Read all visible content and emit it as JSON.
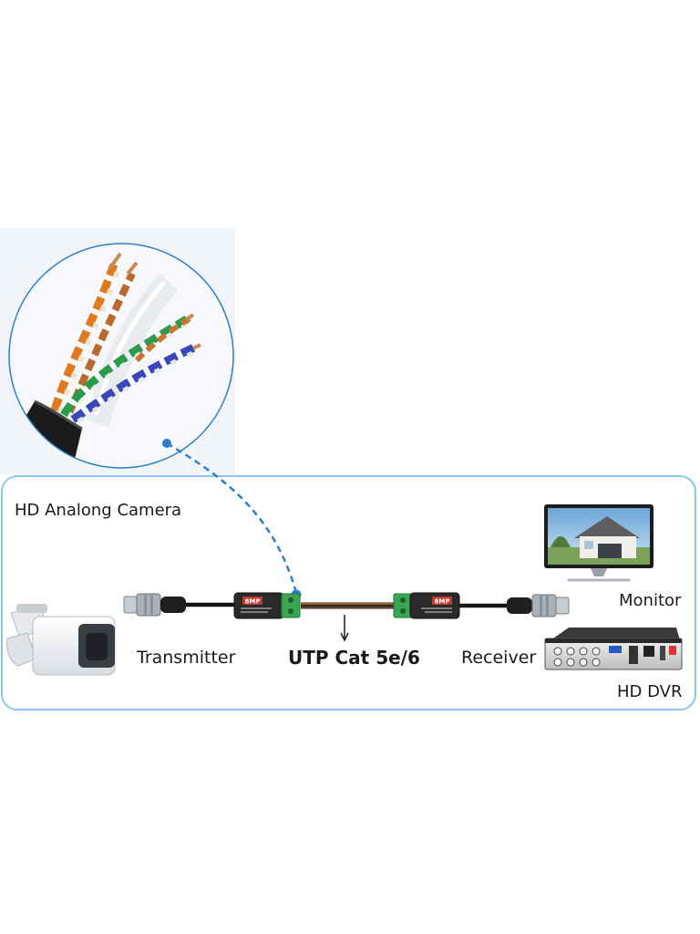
{
  "labels": {
    "camera": "HD Analong Camera",
    "transmitter": "Transmitter",
    "cable": "UTP Cat 5e/6",
    "receiver": "Receiver",
    "monitor": "Monitor",
    "dvr": "HD DVR",
    "balun_badge": "8MP"
  },
  "colors": {
    "panel_border": "#8cc4ea",
    "dashed_leader": "#2f7fc8",
    "balun_badge": "#c0392b",
    "terminal_block": "#3aa653"
  },
  "icons": [
    "cable-closeup-icon",
    "camera-icon",
    "bnc-connector-icon",
    "balun-icon",
    "monitor-icon",
    "dvr-icon",
    "arrow-down-icon"
  ]
}
